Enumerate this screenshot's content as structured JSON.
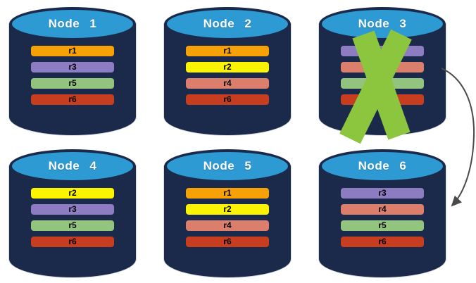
{
  "diagram": {
    "background_color": "#FFFFFF",
    "node_style": {
      "top_fill": "#2E9AD3",
      "top_rim_color": "#1B2A4B",
      "body_fill": "#1B2A4B",
      "title_color": "#FFFFFF",
      "bar_text_color": "#000000"
    },
    "nodes": [
      {
        "title": "Node 1",
        "rows": [
          {
            "label": "r1",
            "color": "#F7A108"
          },
          {
            "label": "r3",
            "color": "#8E7CC3"
          },
          {
            "label": "r5",
            "color": "#93C47D"
          },
          {
            "label": "r6",
            "color": "#C63D1F"
          }
        ]
      },
      {
        "title": "Node 2",
        "rows": [
          {
            "label": "r1",
            "color": "#F7A108"
          },
          {
            "label": "r2",
            "color": "#FBF400"
          },
          {
            "label": "r4",
            "color": "#DB7E6B"
          },
          {
            "label": "r6",
            "color": "#C63D1F"
          }
        ]
      },
      {
        "title": "Node 3",
        "failed": true,
        "rows": [
          {
            "label": "r3",
            "color": "#8E7CC3"
          },
          {
            "label": "r4",
            "color": "#DB7E6B"
          },
          {
            "label": "r5",
            "color": "#93C47D"
          },
          {
            "label": "r6",
            "color": "#C63D1F"
          }
        ]
      },
      {
        "title": "Node 4",
        "rows": [
          {
            "label": "r2",
            "color": "#FBF400"
          },
          {
            "label": "r3",
            "color": "#8E7CC3"
          },
          {
            "label": "r5",
            "color": "#93C47D"
          },
          {
            "label": "r6",
            "color": "#C63D1F"
          }
        ]
      },
      {
        "title": "Node 5",
        "rows": [
          {
            "label": "r1",
            "color": "#F7A108"
          },
          {
            "label": "r2",
            "color": "#FBF400"
          },
          {
            "label": "r4",
            "color": "#DB7E6B"
          },
          {
            "label": "r6",
            "color": "#C63D1F"
          }
        ]
      },
      {
        "title": "Node 6",
        "rows": [
          {
            "label": "r3",
            "color": "#8E7CC3"
          },
          {
            "label": "r4",
            "color": "#DB7E6B"
          },
          {
            "label": "r5",
            "color": "#93C47D"
          },
          {
            "label": "r6",
            "color": "#C63D1F"
          }
        ]
      }
    ],
    "failure_mark": {
      "over": "Node 3",
      "shape": "x-cross",
      "color": "#8CC63E"
    },
    "arrow": {
      "from": "Node 3",
      "to": "Node 6",
      "color": "#4A4A4A"
    }
  }
}
